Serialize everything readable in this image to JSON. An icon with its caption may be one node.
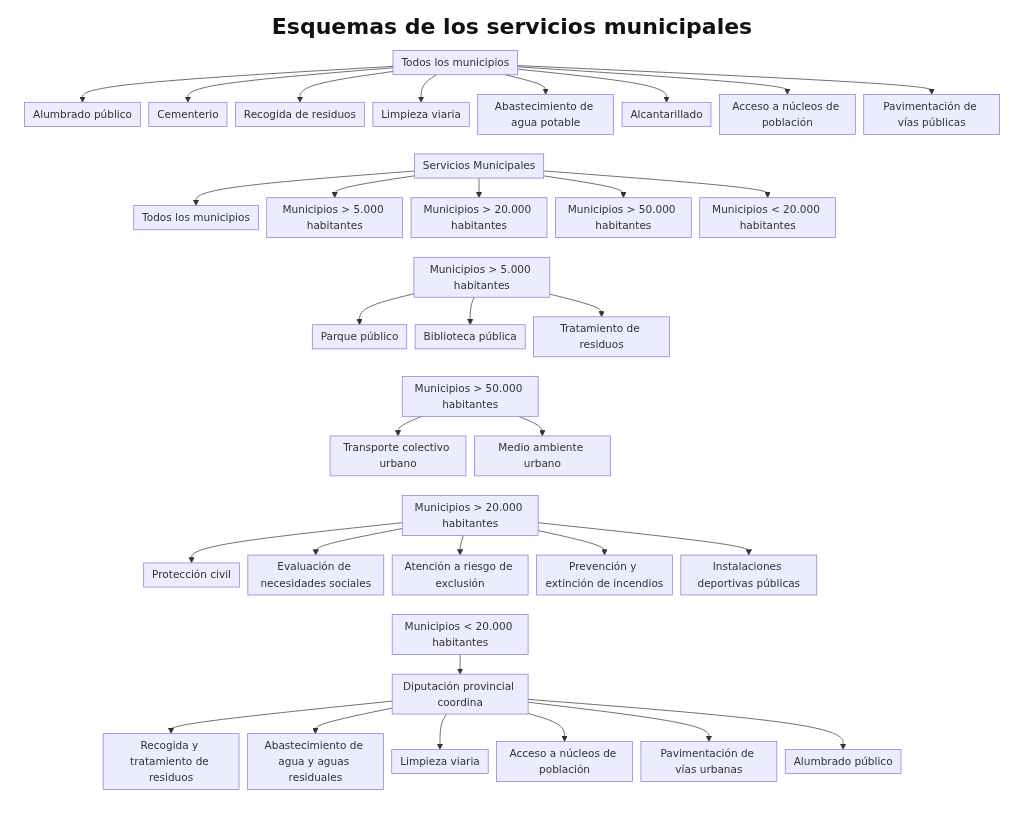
{
  "diagram": {
    "title": "Esquemas de los servicios municipales",
    "nodes": [
      {
        "text": [
          "Todos los municipios"
        ]
      },
      {
        "text": [
          "Alumbrado público"
        ]
      },
      {
        "text": [
          "Cementerio"
        ]
      },
      {
        "text": [
          "Recogida de residuos"
        ]
      },
      {
        "text": [
          "Limpieza viaria"
        ]
      },
      {
        "text": [
          "Abastecimiento de agua potable"
        ]
      },
      {
        "text": [
          "Alcantarillado"
        ]
      },
      {
        "text": [
          "Acceso a núcleos de población"
        ]
      },
      {
        "text": [
          "Pavimentación de vías públicas"
        ]
      },
      {
        "text": [
          "Servicios Municipales"
        ]
      },
      {
        "text": [
          "Todos los municipios"
        ]
      },
      {
        "text": [
          "Municipios > 5.000 habitantes"
        ]
      },
      {
        "text": [
          "Municipios > 20.000 habitantes"
        ]
      },
      {
        "text": [
          "Municipios > 50.000 habitantes"
        ]
      },
      {
        "text": [
          "Municipios < 20.000 habitantes"
        ]
      },
      {
        "text": [
          "Municipios > 5.000 habitantes"
        ]
      },
      {
        "text": [
          "Parque público"
        ]
      },
      {
        "text": [
          "Biblioteca pública"
        ]
      },
      {
        "text": [
          "Tratamiento de residuos"
        ]
      },
      {
        "text": [
          "Municipios > 50.000 habitantes"
        ]
      },
      {
        "text": [
          "Transporte colectivo urbano"
        ]
      },
      {
        "text": [
          "Medio ambiente urbano"
        ]
      },
      {
        "text": [
          "Municipios > 20.000 habitantes"
        ]
      },
      {
        "text": [
          "Protección civil"
        ]
      },
      {
        "text": [
          "Evaluación de necesidades sociales"
        ]
      },
      {
        "text": [
          "Atención a riesgo de exclusión"
        ]
      },
      {
        "text": [
          "Prevención y extinción de incendios"
        ]
      },
      {
        "text": [
          "Instalaciones deportivas públicas"
        ]
      },
      {
        "text": [
          "Municipios < 20.000 habitantes"
        ]
      },
      {
        "text": [
          "Diputación provincial coordina"
        ]
      },
      {
        "text": [
          "Recogida y tratamiento de residuos"
        ]
      },
      {
        "text": [
          "Abastecimiento de agua y aguas residuales"
        ]
      },
      {
        "text": [
          "Limpieza viaria"
        ]
      },
      {
        "text": [
          "Acceso a núcleos de población"
        ]
      },
      {
        "text": [
          "Pavimentación de vías urbanas"
        ]
      },
      {
        "text": [
          "Alumbrado público"
        ]
      }
    ],
    "edges": [
      {
        "from": 0,
        "to": 1,
        "arrow": "to"
      },
      {
        "from": 0,
        "to": 2,
        "arrow": "to"
      },
      {
        "from": 0,
        "to": 3,
        "arrow": "to"
      },
      {
        "from": 0,
        "to": 4,
        "arrow": "to"
      },
      {
        "from": 0,
        "to": 5,
        "arrow": "to"
      },
      {
        "from": 0,
        "to": 6,
        "arrow": "to"
      },
      {
        "from": 0,
        "to": 7,
        "arrow": "to"
      },
      {
        "from": 0,
        "to": 8,
        "arrow": "to"
      },
      {
        "from": 9,
        "to": 10,
        "arrow": "to"
      },
      {
        "from": 9,
        "to": 11,
        "arrow": "to"
      },
      {
        "from": 9,
        "to": 12,
        "arrow": "to"
      },
      {
        "from": 9,
        "to": 13,
        "arrow": "to"
      },
      {
        "from": 9,
        "to": 14,
        "arrow": "to"
      },
      {
        "from": 15,
        "to": 16,
        "arrow": "to"
      },
      {
        "from": 15,
        "to": 17,
        "arrow": "to"
      },
      {
        "from": 15,
        "to": 18,
        "arrow": "to"
      },
      {
        "from": 19,
        "to": 20,
        "arrow": "to"
      },
      {
        "from": 19,
        "to": 21,
        "arrow": "to"
      },
      {
        "from": 22,
        "to": 23,
        "arrow": "to"
      },
      {
        "from": 22,
        "to": 24,
        "arrow": "to"
      },
      {
        "from": 22,
        "to": 25,
        "arrow": "to"
      },
      {
        "from": 22,
        "to": 26,
        "arrow": "to"
      },
      {
        "from": 22,
        "to": 27,
        "arrow": "to"
      },
      {
        "from": 28,
        "to": 29,
        "arrow": "to"
      },
      {
        "from": 29,
        "to": 30,
        "arrow": "to"
      },
      {
        "from": 29,
        "to": 31,
        "arrow": "to"
      },
      {
        "from": 29,
        "to": 32,
        "arrow": "to"
      },
      {
        "from": 29,
        "to": 33,
        "arrow": "to"
      },
      {
        "from": 29,
        "to": 34,
        "arrow": "to"
      },
      {
        "from": 29,
        "to": 35,
        "arrow": "to"
      }
    ]
  }
}
